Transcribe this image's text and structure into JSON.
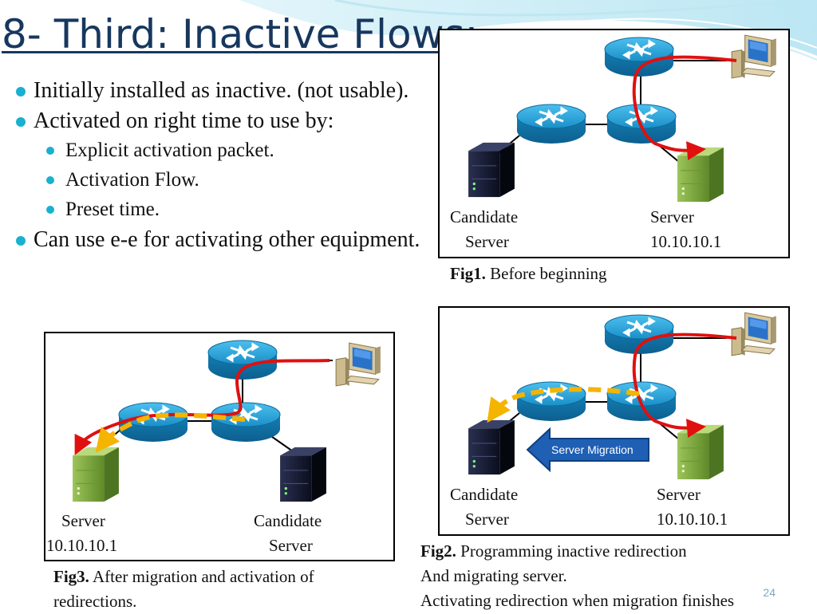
{
  "title": "8- Third: Inactive Flows:",
  "bullets": {
    "b1": "Initially installed as inactive. (not usable).",
    "b2": "Activated on right time to use by:",
    "b2_sub": [
      "Explicit activation packet.",
      "Activation Flow.",
      "Preset time."
    ],
    "b3": "Can use e-e for activating other equipment."
  },
  "fig1": {
    "left_label": [
      "Candidate",
      "Server"
    ],
    "right_label": [
      "Server",
      "10.10.10.1"
    ],
    "caption_bold": "Fig1.",
    "caption_text": " Before beginning"
  },
  "fig2": {
    "left_label": [
      "Candidate",
      "Server"
    ],
    "right_label": [
      "Server",
      "10.10.10.1"
    ],
    "migration_label": "Server Migration",
    "caption_bold": "Fig2.",
    "caption_lines": [
      " Programming inactive redirection",
      "And migrating server.",
      "Activating redirection when migration finishes"
    ]
  },
  "fig3": {
    "left_label": [
      "Server",
      "10.10.10.1"
    ],
    "right_label": [
      "Candidate",
      "Server"
    ],
    "caption_bold": "Fig3.",
    "caption_lines": [
      " After migration and activation of",
      "redirections."
    ]
  },
  "page_number": "24",
  "colors": {
    "title": "#17375e",
    "bullet": "#1ab0d0",
    "router": "#1a8fc8",
    "red_flow": "#e01010",
    "yellow_flow": "#f5b400",
    "server_green": "#7aa63a",
    "server_dark": "#151a33",
    "migration_arrow": "#1f5fb4"
  },
  "icons": [
    "router-icon",
    "computer-icon",
    "server-icon",
    "candidate-server-icon"
  ]
}
